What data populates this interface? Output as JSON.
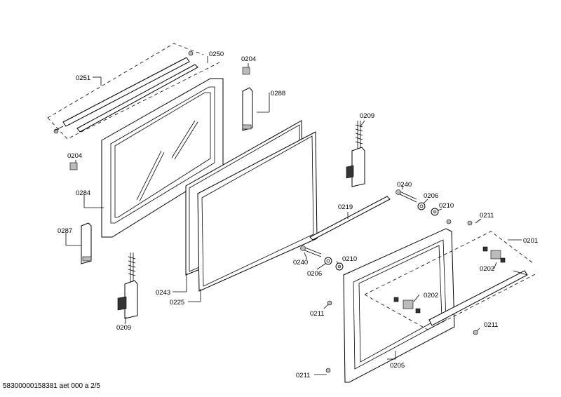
{
  "document": {
    "footer": "58300000158381 aet 000 a 2/5"
  },
  "parts": {
    "p0251": "0251",
    "p0250": "0250",
    "p0204a": "0204",
    "p0288": "0288",
    "p0204b": "0204",
    "p0284": "0284",
    "p0287": "0287",
    "p0209a": "0209",
    "p0243": "0243",
    "p0225": "0225",
    "p0209b": "0209",
    "p0240a": "0240",
    "p0206a": "0206",
    "p0210a": "0210",
    "p0219": "0219",
    "p0211a": "0211",
    "p0201": "0201",
    "p0202a": "0202",
    "p0240b": "0240",
    "p0206b": "0206",
    "p0210b": "0210",
    "p0202b": "0202",
    "p0211b": "0211",
    "p0211c": "0211",
    "p0205": "0205",
    "p0211d": "0211"
  }
}
